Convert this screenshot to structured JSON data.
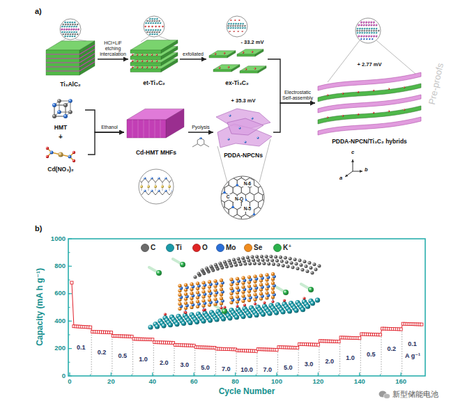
{
  "diagram": {
    "nodes": [
      {
        "text": [
          "Ti₃AlC₂"
        ]
      },
      {
        "text": [
          "et-Ti₃C₂"
        ]
      },
      {
        "text": [
          "- 33.2 mV",
          "ex-Ti₃C₂"
        ]
      },
      {
        "text": [
          "+ 2.77 mV",
          "PDDA-NPCN/Ti₃C₂ hybrids"
        ]
      },
      {
        "text": [
          "HMT"
        ]
      },
      {
        "text": [
          "Cd(NO₃)₂"
        ]
      },
      {
        "text": [
          "Cd-HMT MHFs"
        ]
      },
      {
        "text": [
          "+ 35.3 mV",
          "PDDA-NPCNs"
        ]
      },
      {
        "text": [
          "N-6",
          "C",
          "N-Q",
          "N-5"
        ]
      }
    ],
    "edges": [
      {
        "from": 0,
        "to": 1,
        "arrow": "to",
        "label": "HCl+LiF etching intercalation"
      },
      {
        "from": 1,
        "to": 2,
        "arrow": "to",
        "label": "exfoliated"
      },
      {
        "from": 2,
        "to": 3,
        "arrow": "to",
        "label": "Electrostatic Self-assembly"
      },
      {
        "from": 7,
        "to": 3,
        "arrow": "to"
      },
      {
        "from": 4,
        "to": 6,
        "arrow": "to",
        "label": "Ethanol"
      },
      {
        "from": 5,
        "to": 6,
        "arrow": "to"
      },
      {
        "from": 6,
        "to": 7,
        "arrow": "to",
        "label": "Pyolysis"
      }
    ],
    "labels": [
      "a)",
      "+",
      "c",
      "a",
      "b",
      "Pre-proofs",
      "b)",
      "Capacity (mA h g⁻¹)",
      "0",
      "200",
      "400",
      "600",
      "800",
      "1000",
      "0",
      "20",
      "40",
      "60",
      "80",
      "100",
      "120",
      "140",
      "160",
      "Cycle Number",
      "0.1",
      "0.2",
      "0.5",
      "1.0",
      "2.0",
      "3.0",
      "5.0",
      "7.0",
      "10.0",
      "7.0",
      "5.0",
      "3.0",
      "2.0",
      "1.0",
      "0.5",
      "0.2",
      "0.1",
      "A g⁻¹",
      "新型储能电池"
    ],
    "legend": [
      {
        "text": "C",
        "color": "#6b6b6b"
      },
      {
        "text": "Ti",
        "color": "#1a9aa8"
      },
      {
        "text": "O",
        "color": "#e02424"
      },
      {
        "text": "Mo",
        "color": "#2a6fd8"
      },
      {
        "text": "Se",
        "color": "#f08c1e"
      },
      {
        "text": "K⁺",
        "color": "#2bb24c"
      }
    ]
  }
}
